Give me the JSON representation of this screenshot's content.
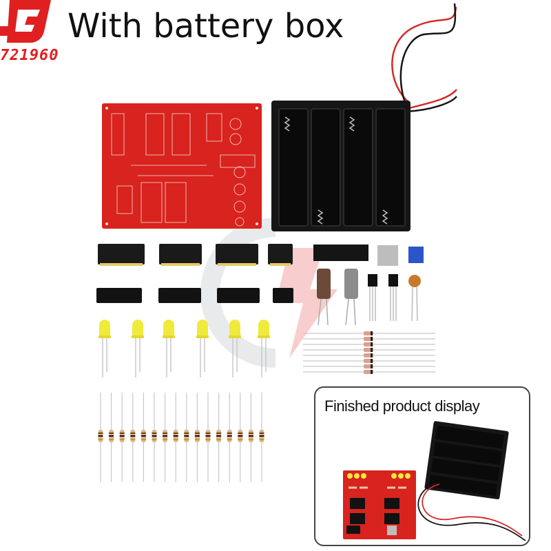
{
  "header": {
    "title": "With battery box",
    "store_code": "721960",
    "brand_color": "#e02020"
  },
  "inset": {
    "title": "Finished product display"
  },
  "colors": {
    "pcb": "#d8231e",
    "battery_box": "#111111",
    "led": "#f0ea3a",
    "wire_red": "#d42a2a",
    "wire_black": "#151515"
  },
  "parts": {
    "ic_sockets": 4,
    "ic_chips": 4,
    "leds": 6,
    "diodes": 8,
    "resistors": 16,
    "transistors": 2,
    "capacitors_electrolytic": 2
  }
}
